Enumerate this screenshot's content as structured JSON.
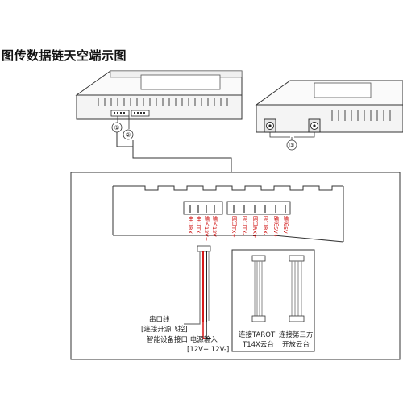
{
  "title": "图传数据链天空端示图",
  "callouts": [
    "①",
    "②",
    "③"
  ],
  "pins_left": [
    "串口RX",
    "串口TX",
    "输入12V+",
    "输入12V-"
  ],
  "pins_right": [
    "网口TX+",
    "网口TX-",
    "网口RX+",
    "网口RX-",
    "输出5V+",
    "输出5V-"
  ],
  "labels": {
    "serial_line": "串口线",
    "serial_target": "[连接开源飞控]",
    "power_label": "智能设备接口 电源输入",
    "power_spec": "[12V+ 12V-]",
    "tarot_line1": "连接TAROT",
    "tarot_line2": "T14X云台",
    "thirdparty_line1": "连接第三方",
    "thirdparty_line2": "开放云台"
  },
  "colors": {
    "pin_text": "#cc0000",
    "wire_red": "#d40000",
    "wire_black": "#111111"
  }
}
